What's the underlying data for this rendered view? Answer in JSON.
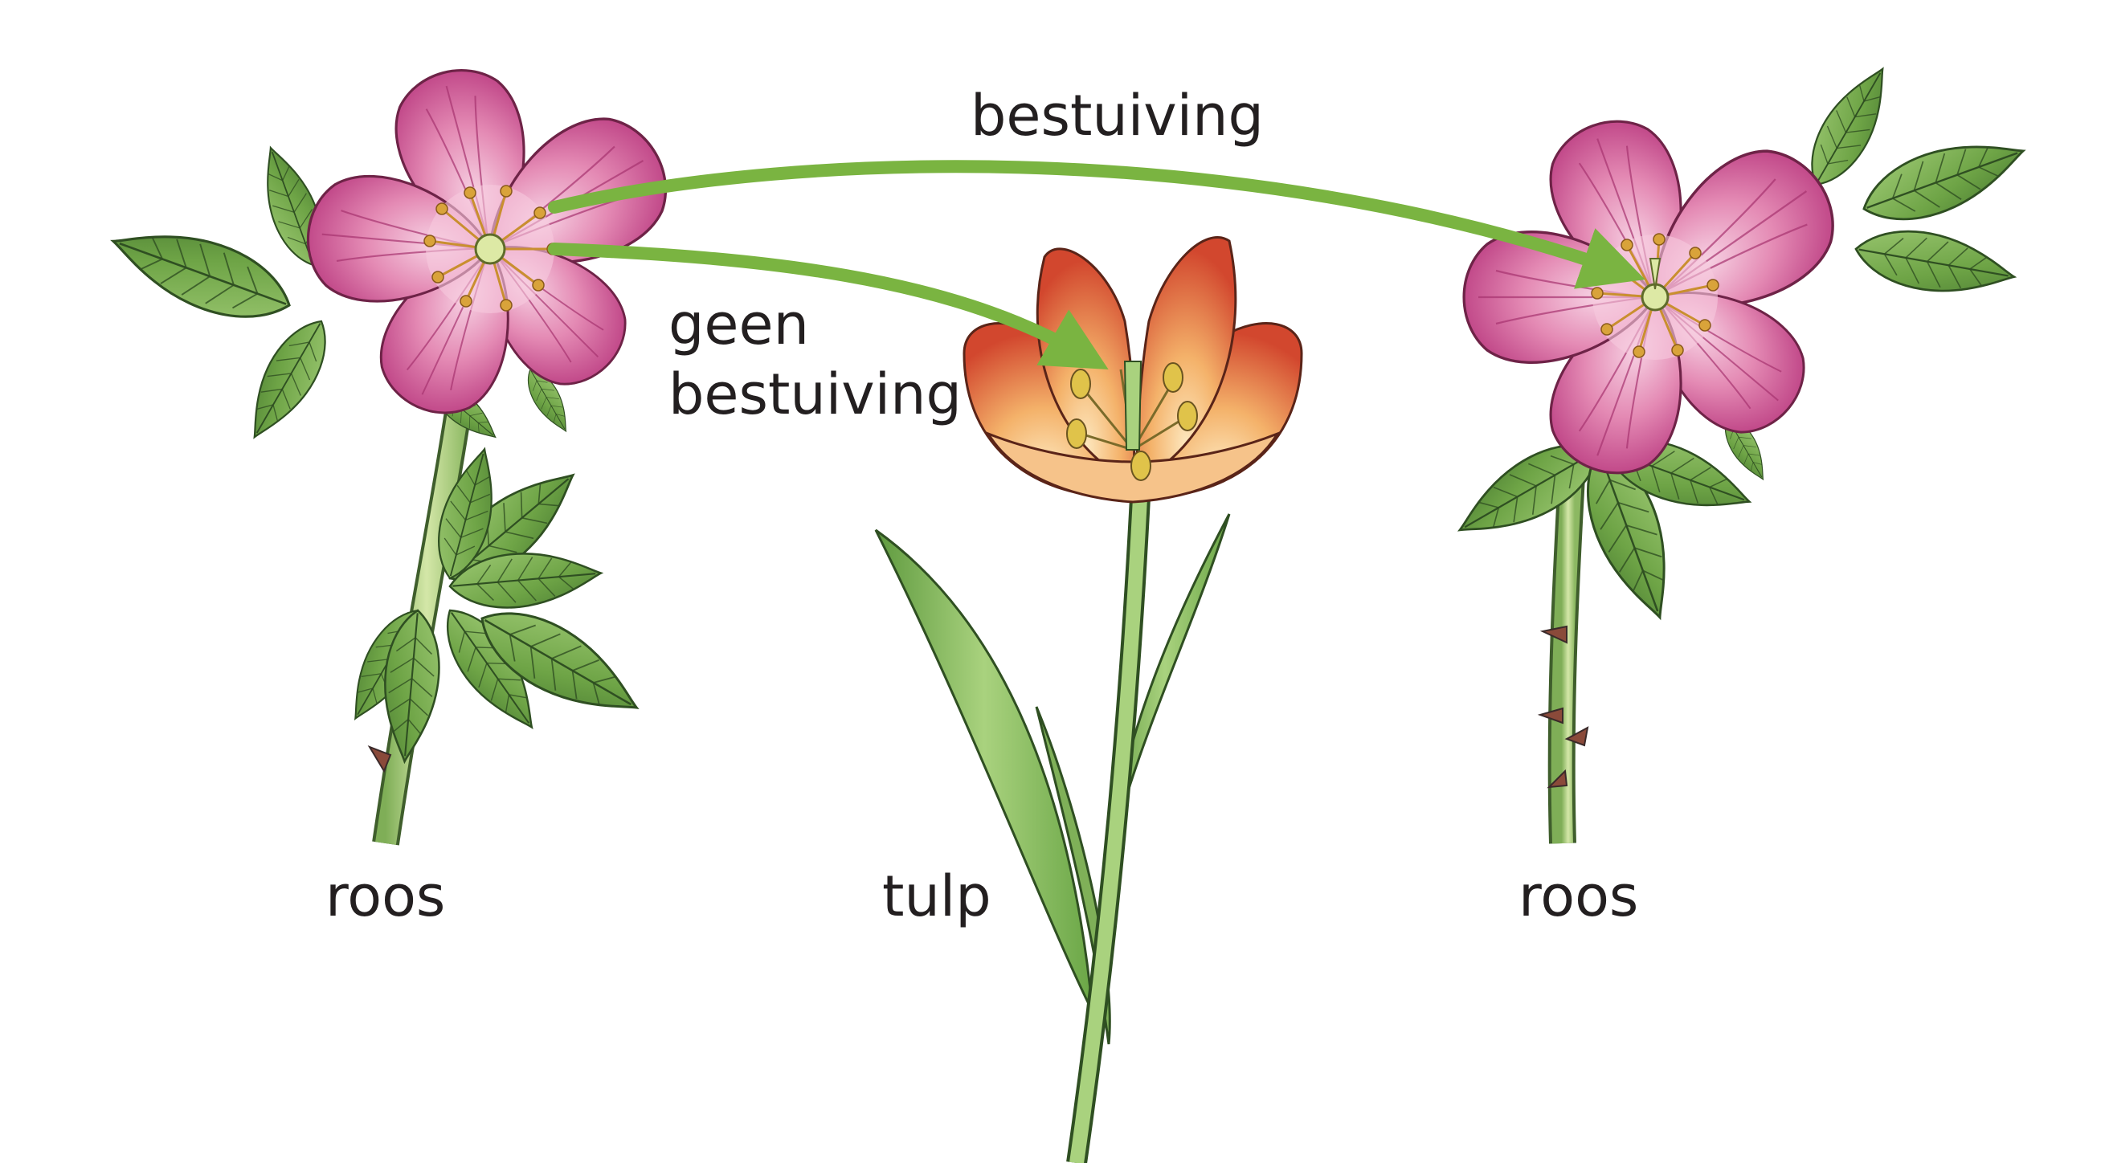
{
  "labels": {
    "pollination": "bestuiving",
    "no_pollination_line1": "geen",
    "no_pollination_line2": "bestuiving",
    "left_flower": "roos",
    "middle_flower": "tulp",
    "right_flower": "roos"
  },
  "colors": {
    "arrow": "#7ab441",
    "rose_petal": "#e48ab4",
    "rose_petal_light": "#f6c9dd",
    "rose_petal_dark": "#b8357a",
    "leaf": "#78ad4d",
    "leaf_light": "#b4d58a",
    "leaf_dark": "#3f6b2b",
    "stem": "#bcd58f",
    "tulip_petal": "#f0a35c",
    "tulip_petal_light": "#fbe0b0",
    "tulip_petal_dark": "#cf3e2a",
    "stamen": "#d9a33a",
    "outline": "#3a2a2a"
  }
}
